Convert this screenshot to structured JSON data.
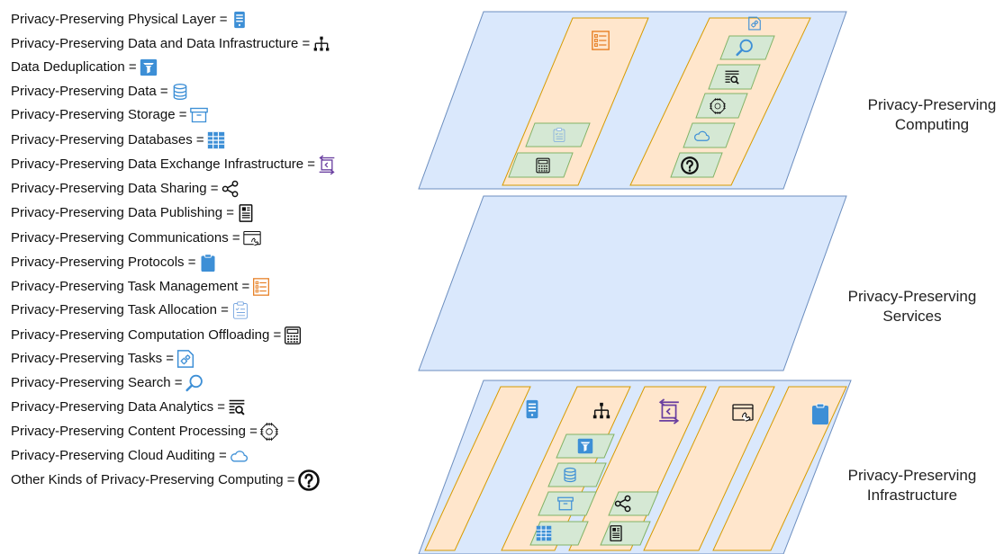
{
  "legend": [
    {
      "label": "Privacy-Preserving Physical Layer =",
      "icon": "server-icon"
    },
    {
      "label": "Privacy-Preserving Data and Data Infrastructure =",
      "icon": "hierarchy-icon"
    },
    {
      "label": "Data Deduplication =",
      "icon": "funnel-icon"
    },
    {
      "label": "Privacy-Preserving Data =",
      "icon": "database-icon"
    },
    {
      "label": "Privacy-Preserving Storage =",
      "icon": "archive-icon"
    },
    {
      "label": "Privacy-Preserving Databases =",
      "icon": "table-grid-icon"
    },
    {
      "label": "Privacy-Preserving Data Exchange Infrastructure =",
      "icon": "exchange-icon"
    },
    {
      "label": "Privacy-Preserving Data Sharing =",
      "icon": "share-icon"
    },
    {
      "label": "Privacy-Preserving Data Publishing =",
      "icon": "document-icon"
    },
    {
      "label": "Privacy-Preserving Communications =",
      "icon": "communication-icon"
    },
    {
      "label": "Privacy-Preserving Protocols =",
      "icon": "clipboard-icon"
    },
    {
      "label": "Privacy-Preserving Task Management =",
      "icon": "task-list-icon"
    },
    {
      "label": "Privacy-Preserving Task Allocation =",
      "icon": "clipboard-outline-icon"
    },
    {
      "label": "Privacy-Preserving Computation Offloading =",
      "icon": "calculator-icon"
    },
    {
      "label": "Privacy-Preserving Tasks =",
      "icon": "gears-icon"
    },
    {
      "label": "Privacy-Preserving Search =",
      "icon": "search-icon"
    },
    {
      "label": "Privacy-Preserving Data Analytics =",
      "icon": "analytics-icon"
    },
    {
      "label": "Privacy-Preserving Content Processing =",
      "icon": "chip-icon"
    },
    {
      "label": "Privacy-Preserving Cloud Auditing =",
      "icon": "cloud-icon"
    },
    {
      "label": "Other Kinds of Privacy-Preserving Computing =",
      "icon": "question-icon"
    }
  ],
  "layers": {
    "computing": {
      "line1": "Privacy-Preserving",
      "line2": "Computing"
    },
    "services": {
      "line1": "Privacy-Preserving",
      "line2": "Services"
    },
    "infrastructure": {
      "line1": "Privacy-Preserving",
      "line2": "Infrastructure"
    }
  },
  "colors": {
    "plane_fill": "#dae8fc",
    "plane_stroke": "#6c8ebf",
    "column_fill": "#ffe6cc",
    "column_stroke": "#d79b00",
    "box_fill": "#d5e8d4",
    "box_stroke": "#82b366",
    "icon_blue": "#3d8fd6",
    "icon_orange": "#e67e22",
    "icon_purple": "#6a3fa0",
    "icon_black": "#111111"
  }
}
